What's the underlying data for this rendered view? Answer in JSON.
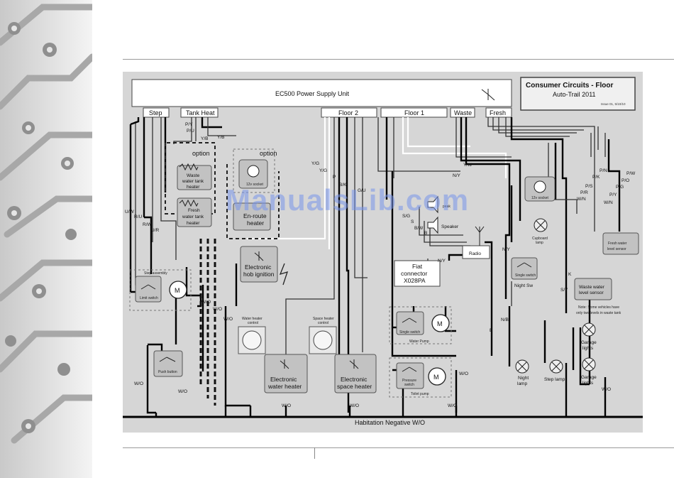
{
  "title_block": {
    "title": "Consumer Circuits - Floor",
    "subtitle": "Auto-Trail 2011",
    "issue": "Issue 01, 5/10/10"
  },
  "psu": {
    "label": "EC500 Power Supply Unit"
  },
  "terminals": [
    "Step",
    "Tank Heat",
    "Floor 2",
    "Floor 1",
    "Waste",
    "Fresh"
  ],
  "components": {
    "option1": "option",
    "option2": "option",
    "waste_tank_heater": [
      "Waste",
      "water tank",
      "heater"
    ],
    "fresh_tank_heater": [
      "Fresh",
      "water tank",
      "heater"
    ],
    "socket12v_a": "12v socket",
    "socket12v_b": "12v socket",
    "enroute_heater": [
      "En-route",
      "heater"
    ],
    "hob_ignition": [
      "Electronic",
      "hob ignition"
    ],
    "step_assembly": "Step assembly",
    "limit_switch": "Limit switch",
    "motor": "M",
    "push_button": "Push button",
    "water_heater_control": [
      "Water heater",
      "control"
    ],
    "space_heater_control": [
      "Space heater",
      "control"
    ],
    "water_heater": [
      "Electronic",
      "water heater"
    ],
    "space_heater": [
      "Electronic",
      "space heater"
    ],
    "single_switch_pump": "Single switch",
    "water_pump": "Water Pump",
    "pressure_switch": [
      "Pressure",
      "switch"
    ],
    "toilet_pump": "Toilet pump",
    "speaker": "Speaker",
    "speaker_peak": "peak",
    "radio": "Radio",
    "fiat_connector": [
      "Fiat",
      "connector",
      "X028PA"
    ],
    "cupboard_lamp": [
      "Cupboard",
      "lamp"
    ],
    "single_switch_night": "Single switch",
    "night_sw": "Night Sw",
    "night_lamp": [
      "Night",
      "lamp"
    ],
    "step_lamp": "Step lamp",
    "fresh_level_sensor": [
      "Fresh water",
      "level sensor"
    ],
    "waste_level_sensor": [
      "Waste water",
      "level sensor"
    ],
    "note": [
      "Note: Some vehicles have",
      "only two levels in waste tank"
    ],
    "garage_lights_1": [
      "Garage",
      "lights"
    ],
    "garage_lights_2": [
      "Garage",
      "lights"
    ]
  },
  "wire_labels": {
    "uw": "U/W",
    "ru": "R/U",
    "rw": "R/W",
    "ur": "U/R",
    "py": "P/Y",
    "pu": "P/U",
    "yb1": "Y/B",
    "yb2": "Y/B",
    "yg1": "Y/G",
    "yg2": "Y/G",
    "p": "P",
    "bk": "B/K",
    "gu": "G/U",
    "yw": "Y/W",
    "ny1": "N/Y",
    "ny2": "N/Y",
    "ny3": "N/Y",
    "sg": "S/G",
    "s": "S",
    "bw": "B/W",
    "b_spk": "B",
    "wo": "W/O",
    "b": "B",
    "nb": "N/B",
    "k": "K",
    "sy": "S/Y",
    "wn1": "W/N",
    "wn2": "W/N",
    "pr": "P/R",
    "ps": "P/S",
    "pk": "P/K",
    "pn": "P/N",
    "pg": "P/G",
    "py2": "P/Y",
    "po": "P/O",
    "pw": "P/W"
  },
  "negative_bus": "Habitation Negative  W/O",
  "watermark": "ManualsLib.com"
}
